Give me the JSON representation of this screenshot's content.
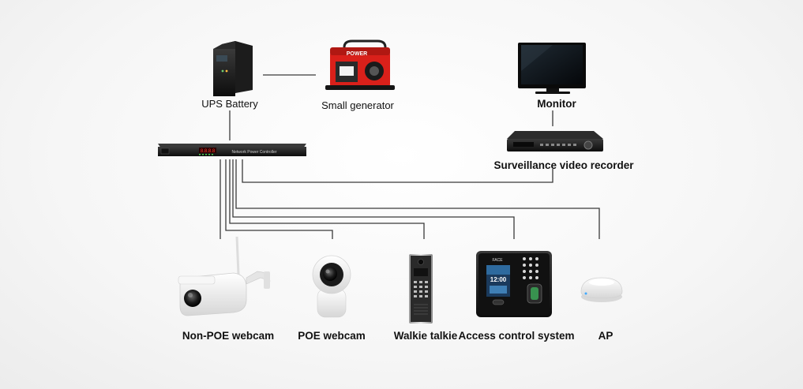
{
  "power_sources": {
    "ups_label": "UPS Battery",
    "generator_label": "Small generator"
  },
  "controller": {
    "panel_text": "Network Power Controller",
    "display_digits": "8.8.8.8"
  },
  "recording": {
    "monitor_label": "Monitor",
    "recorder_label": "Surveillance video recorder"
  },
  "devices": {
    "non_poe_webcam": "Non-POE webcam",
    "poe_webcam": "POE webcam",
    "walkie_talkie": "Walkie talkie",
    "access_control": "Access control system",
    "ap": "AP"
  },
  "access_panel": {
    "brand": "FACE",
    "clock": "12:00"
  },
  "colors": {
    "wire": "#3a3a3a",
    "generator_red": "#d9201a",
    "device_black": "#1a1a1a",
    "camera_white": "#f2f2f2"
  }
}
